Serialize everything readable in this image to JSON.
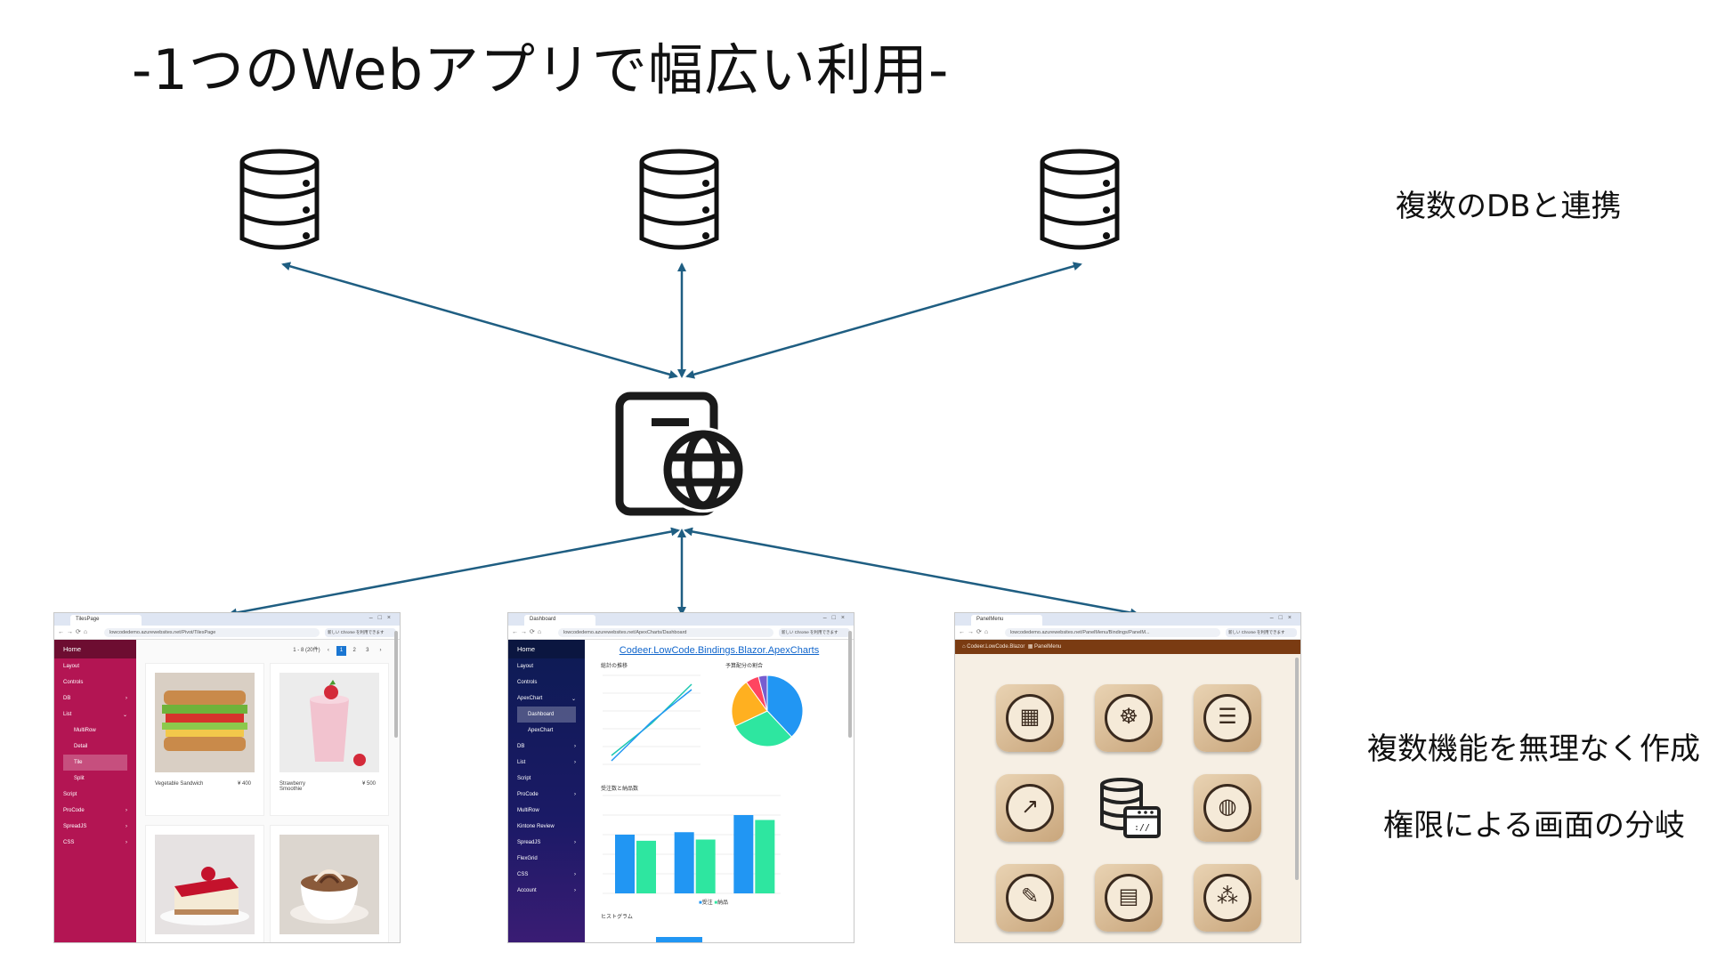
{
  "title": "-1つのWebアプリで幅広い利用-",
  "annotations": {
    "db_link": "複数のDBと連携",
    "multi_feature": "複数機能を無理なく作成",
    "permission_branch": "権限による画面の分岐"
  },
  "nodes": {
    "databases": [
      {
        "icon": "database-icon"
      },
      {
        "icon": "database-icon"
      },
      {
        "icon": "database-icon"
      }
    ],
    "center": {
      "icon": "web-app-globe-icon"
    }
  },
  "colors": {
    "arrow": "#1f5e82",
    "screen1_sidebar": "#b31553",
    "screen2_sidebar": "#0d1b54",
    "screen3_topbar": "#7a3b12",
    "bar_blue": "#2196f3",
    "bar_green": "#2ee6a0"
  },
  "screens": {
    "tile": {
      "tab": "TilesPage",
      "url": "lowcodedemo.azurewebsites.net/Pivot/TilesPage",
      "chrome_notice": "新しい Chrome を利用できます",
      "sidebar": [
        "Home",
        "Layout",
        "Controls",
        "DB",
        "List",
        "MultiRow",
        "Detail",
        "Tile",
        "Split",
        "Script",
        "ProCode",
        "SpreadJS",
        "CSS"
      ],
      "pager": {
        "info": "1 - 8 (20件)",
        "pages": [
          "1",
          "2",
          "3"
        ]
      },
      "items": [
        {
          "name": "Vegetable Sandwich",
          "price": "¥ 400",
          "icon": "sandwich-photo"
        },
        {
          "name": "Strawberry Smoothie",
          "price": "¥ 500",
          "icon": "smoothie-photo"
        },
        {
          "name": "",
          "price": "",
          "icon": "cheesecake-photo"
        },
        {
          "name": "",
          "price": "",
          "icon": "latte-photo"
        }
      ]
    },
    "dashboard": {
      "tab": "Dashboard",
      "url": "lowcodedemo.azurewebsites.net/ApexCharts/Dashboard",
      "chrome_notice": "新しい Chrome を利用できます",
      "sidebar": [
        "Home",
        "Layout",
        "Controls",
        "ApexChart",
        "Dashboard",
        "ApexChart",
        "DB",
        "List",
        "Script",
        "ProCode",
        "MultiRow",
        "Kintone Review",
        "SpreadJS",
        "FlexGrid",
        "CSS",
        "Account"
      ],
      "chart_heading": "Codeer.LowCode.Bindings.Blazor.ApexCharts",
      "line_title": "総計の推移",
      "pie_title": "予算配分の割合",
      "bar_title": "受注数と納品数",
      "hist_title": "ヒストグラム",
      "bar_legend": [
        "受注",
        "納品"
      ]
    },
    "panel_menu": {
      "tab": "PanelMenu",
      "url": "lowcodedemo.azurewebsites.net/PanelMenu/Bindings/PanelM...",
      "chrome_notice": "新しい Chrome を利用できます",
      "breadcrumb": [
        "Codeer.LowCode.Blazor",
        "PanelMenu"
      ],
      "icons": [
        "calendar-icon",
        "ai-brain-icon",
        "checklist-icon",
        "chart-icon",
        "database-web-icon",
        "world-map-icon",
        "tools-icon",
        "document-icon",
        "workflow-icon"
      ]
    }
  },
  "chart_data": [
    {
      "type": "line",
      "title": "総計の推移",
      "series": [
        {
          "values": [
            0,
            45,
            100
          ]
        },
        {
          "values": [
            0,
            55,
            100
          ]
        }
      ]
    },
    {
      "type": "pie",
      "title": "予算配分の割合",
      "values": [
        38,
        30,
        22,
        6,
        4
      ]
    },
    {
      "type": "bar",
      "title": "受注数と納品数",
      "categories": [
        "",
        "",
        ""
      ],
      "series": [
        {
          "name": "受注",
          "values": [
            48,
            50,
            64
          ]
        },
        {
          "name": "納品",
          "values": [
            43,
            44,
            60
          ]
        }
      ]
    }
  ]
}
